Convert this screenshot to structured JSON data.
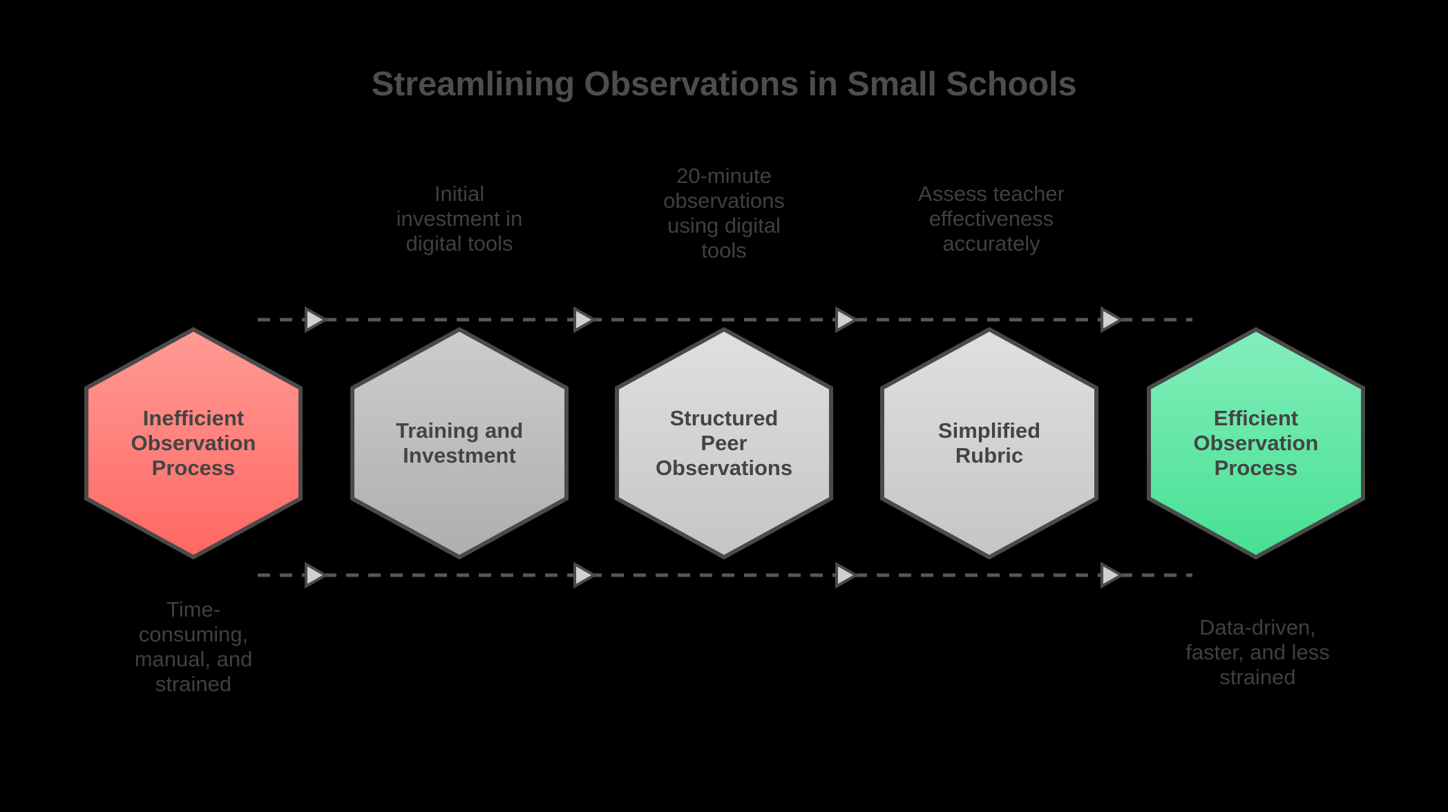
{
  "title": "Streamlining Observations in Small Schools",
  "background_color": "#000000",
  "colors": {
    "title_text": "#4d4d4d",
    "caption_text": "#404040",
    "node_text": "#444444",
    "node_border": "#4a4a4a",
    "connector_line": "#585858",
    "arrow_fill": "#d0d0d0",
    "arrow_stroke": "#4a4a4a",
    "start_node_top": "#ff9b95",
    "start_node_bottom": "#ff6762",
    "end_node_top": "#84eebb",
    "end_node_bottom": "#46e093",
    "mid_node_light_top": "#dedede",
    "mid_node_light_bottom": "#c6c6c6",
    "mid_node_dark_top": "#cccccc",
    "mid_node_dark_bottom": "#b0b0b0"
  },
  "nodes": [
    {
      "id": "node-inefficient-observation-process",
      "label": "Inefficient\nObservation\nProcess",
      "kind": "start",
      "fill": "pink"
    },
    {
      "id": "node-training-and-investment",
      "label": "Training and\nInvestment",
      "kind": "step",
      "fill": "gray-dark"
    },
    {
      "id": "node-structured-peer-observations",
      "label": "Structured\nPeer\nObservations",
      "kind": "step",
      "fill": "gray-light"
    },
    {
      "id": "node-simplified-rubric",
      "label": "Simplified\nRubric",
      "kind": "step",
      "fill": "gray-light"
    },
    {
      "id": "node-efficient-observation-process",
      "label": "Efficient\nObservation\nProcess",
      "kind": "end",
      "fill": "green"
    }
  ],
  "top_captions": [
    {
      "id": "caption-initial-investment",
      "text": "Initial\ninvestment in\ndigital tools"
    },
    {
      "id": "caption-twenty-minute-observations",
      "text": "20-minute\nobservations\nusing digital\ntools"
    },
    {
      "id": "caption-assess-teacher-effectiveness",
      "text": "Assess teacher\neffectiveness\naccurately"
    }
  ],
  "bottom_captions": [
    {
      "id": "caption-time-consuming",
      "text": "Time-\nconsuming,\nmanual, and\nstrained"
    },
    {
      "id": "caption-data-driven",
      "text": "Data-driven,\nfaster, and less\nstrained"
    }
  ],
  "connectors": {
    "top_line_label": "dashed flow line top",
    "bottom_line_label": "dashed flow line bottom",
    "arrowhead_count_per_line": 4,
    "style": "dashed"
  }
}
